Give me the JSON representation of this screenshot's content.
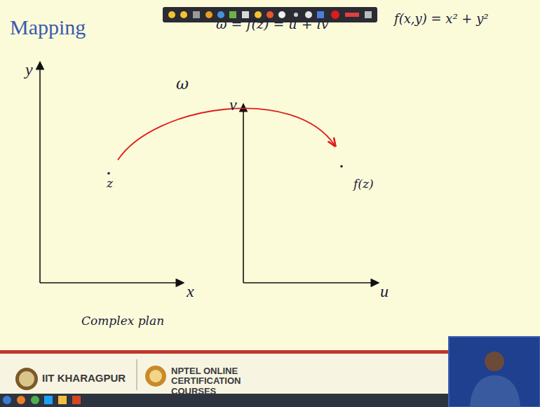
{
  "diagram": {
    "title": "Mapping",
    "labels": [
      "ω = f(z) = u + iv",
      "f(x,y) = x² + y²",
      "y",
      "x",
      "ω",
      "v",
      "u",
      "z",
      "f(z)",
      "Complex plan",
      "IIT KHARAGPUR",
      "NPTEL ONLINE CERTIFICATION COURSES"
    ]
  }
}
